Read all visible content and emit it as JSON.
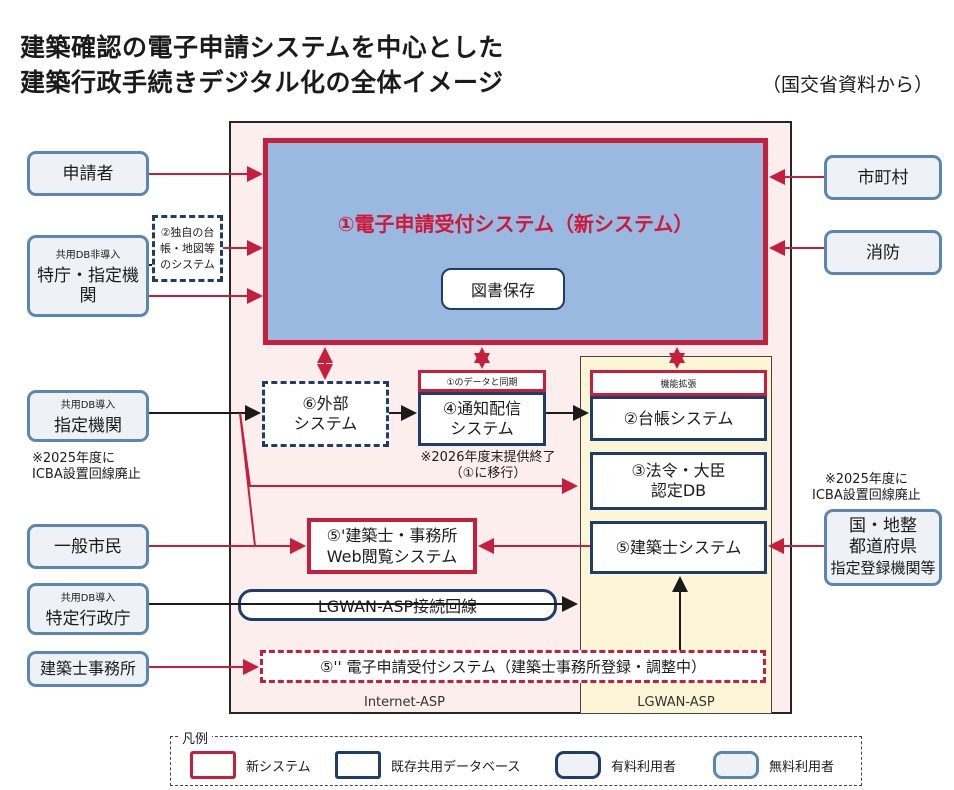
{
  "title": {
    "line1": "建築確認の電子申請システムを中心とした",
    "line2": "建築行政手続きデジタル化の全体イメージ"
  },
  "source": "（国交省資料から）",
  "zones": {
    "internet": "Internet-ASP",
    "lgwan": "LGWAN-ASP"
  },
  "main_system": {
    "label": "①電子申請受付システム（新システム）",
    "storage": "図書保存"
  },
  "left_actors": {
    "applicant": "申請者",
    "tokucho_note": "共用DB非導入",
    "tokucho": "特庁・指定機関",
    "shitei_note": "共用DB導入",
    "shitei": "指定機関",
    "citizen": "一般市民",
    "tokutei_note": "共用DB導入",
    "tokutei": "特定行政庁",
    "office": "建築士事務所"
  },
  "right_actors": {
    "city": "市町村",
    "fire": "消防",
    "national_line1": "国・地整",
    "national_line2": "都道府県",
    "national_line3": "指定登録機関等"
  },
  "own_system": {
    "line1": "②独自の台",
    "line2": "帳・地図等",
    "line3": "のシステム"
  },
  "systems": {
    "external_line1": "⑥外部",
    "external_line2": "システム",
    "notify_tag": "①のデータと同期",
    "notify_line1": "④通知配信",
    "notify_line2": "システム",
    "ledger_tag": "機能拡張",
    "ledger": "②台帳システム",
    "law_line1": "③法令・大臣",
    "law_line2": "認定DB",
    "architect": "⑤建築士システム",
    "web_line1": "⑤'建築士・事務所",
    "web_line2": "Web閲覧システム",
    "lgwan_line": "LGWAN-ASP接続回線",
    "office_reg": "⑤'' 電子申請受付システム（建築士事務所登録・調整中）"
  },
  "notes": {
    "left_line1": "※2025年度に",
    "left_line2": "ICBA設置回線廃止",
    "notify_line1": "※2026年度末提供終了",
    "notify_line2": "（①に移行）",
    "right_line1": "※2025年度に",
    "right_line2": "ICBA設置回線廃止"
  },
  "legend": {
    "title": "凡例",
    "new_system": "新システム",
    "existing_db": "既存共用データベース",
    "paid_user": "有料利用者",
    "free_user": "無料利用者"
  },
  "colors": {
    "red": "#c51f3d",
    "navy": "#1f3d6b",
    "main_fill": "#9ab9e1",
    "internet_fill": "#fbeeed",
    "lgwan_fill": "#fdf6d6",
    "actor_border": "#5b86b1"
  }
}
